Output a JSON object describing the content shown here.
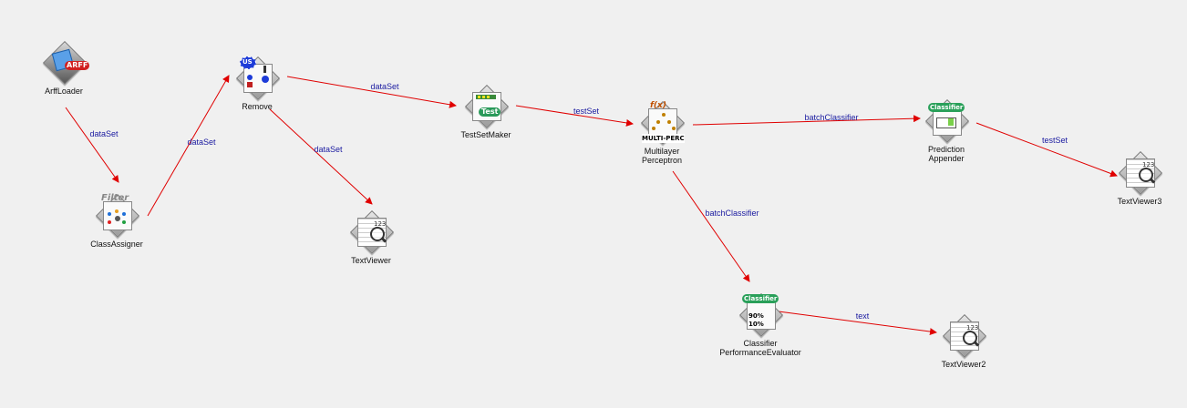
{
  "nodes": {
    "arffloader": {
      "label": "ArffLoader",
      "tag": "ARFF"
    },
    "classassigner": {
      "label": "ClassAssigner",
      "tag": "Filter"
    },
    "remove": {
      "label": "Remove",
      "tag": "US"
    },
    "textviewer": {
      "label": "TextViewer",
      "tag": "123"
    },
    "testsetmaker": {
      "label": "TestSetMaker",
      "tag": "Test"
    },
    "mlp": {
      "label": "Multilayer\nPerceptron",
      "tag": "MULTI-PERC",
      "tag2": "f(x)"
    },
    "prediction_appender": {
      "label": "Prediction\nAppender",
      "tag": "Classifier"
    },
    "textviewer3": {
      "label": "TextViewer3",
      "tag": "123"
    },
    "cpe": {
      "label": "Classifier\nPerformanceEvaluator",
      "tag": "Classifier",
      "pct_top": "90%",
      "pct_bottom": "10%"
    },
    "textviewer2": {
      "label": "TextViewer2",
      "tag": "123"
    }
  },
  "edges": {
    "arff_to_classassigner": "dataSet",
    "classassigner_to_remove": "dataSet",
    "remove_to_textviewer": "dataSet",
    "remove_to_testsetmaker": "dataSet",
    "testsetmaker_to_mlp": "testSet",
    "mlp_to_prediction": "batchClassifier",
    "prediction_to_textviewer3": "testSet",
    "mlp_to_cpe": "batchClassifier",
    "cpe_to_textviewer2": "text"
  },
  "colors": {
    "edge": "#e00000",
    "edge_label": "#1a1aa0",
    "canvas": "#f0f0f0"
  }
}
